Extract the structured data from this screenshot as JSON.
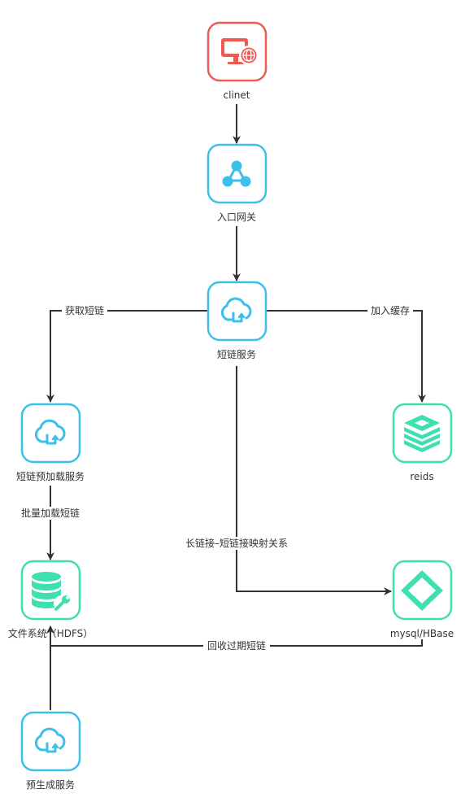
{
  "colors": {
    "client": "#ef5b52",
    "service": "#3cc0ea",
    "storage": "#3fe0b0",
    "line": "#333333",
    "text": "#333333"
  },
  "nodes": {
    "client": {
      "label": "clinet",
      "icon": "monitor-globe-icon"
    },
    "gateway": {
      "label": "入口网关",
      "icon": "network-nodes-icon"
    },
    "short_link_service": {
      "label": "短链服务",
      "icon": "cloud-sync-icon"
    },
    "preload_service": {
      "label": "短链预加载服务",
      "icon": "cloud-sync-icon"
    },
    "redis": {
      "label": "reids",
      "icon": "layers-stack-icon"
    },
    "filesystem": {
      "label": "文件系统（HDFS）",
      "icon": "database-wrench-icon"
    },
    "database": {
      "label": "mysql/HBase",
      "icon": "diamond-frame-icon"
    },
    "pregen_service": {
      "label": "预生成服务",
      "icon": "cloud-sync-icon"
    }
  },
  "edges": {
    "fetch_short_link": "获取短链",
    "add_cache": "加入缓存",
    "batch_load": "批量加载短链",
    "mapping": "长链接–短链接映射关系",
    "recycle_expired": "回收过期短链"
  }
}
